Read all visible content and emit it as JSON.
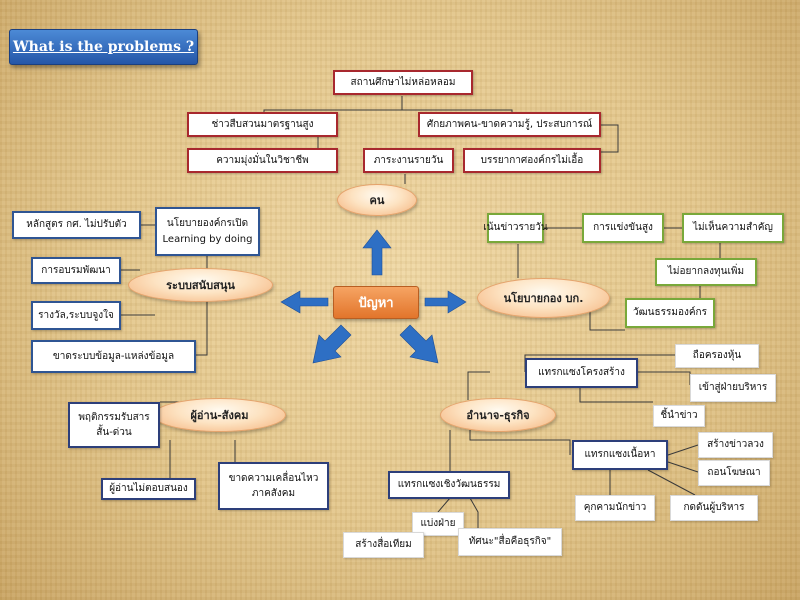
{
  "title": "What is the problems ?",
  "center": "ปัญหา",
  "ovals": {
    "people": "คน",
    "support_system": "ระบบสนับสนุน",
    "policy": "นโยบายกอง บก.",
    "readers_society": "ผู้อ่าน-สังคม",
    "power_business": "อำนาจ-ธุรกิจ"
  },
  "people_boxes": {
    "institution": "สถานศึกษาไม่หล่อหลอม",
    "low_standards": "ช่าวสืบสวนมาตรฐานสูง",
    "capability": "ศักยภาพคน-ขาดความรู้, ประสบการณ์",
    "commitment": "ความมุ่งมั่นในวิชาชีพ",
    "daily_duty": "ภาระงานรายวัน",
    "atmosphere": "บรรยากาศองค์กรไม่เอื้อ"
  },
  "support_boxes": {
    "curriculum": "หลักสูตร กศ. ไม่ปรับตัว",
    "open_policy_line1": "นโยบายองค์กรเปิด",
    "open_policy_line2": "Learning by doing",
    "training": "การอบรมพัฒนา",
    "rewards": "รางวัล,ระบบจูงใจ",
    "database": "ขาดระบบข้อมูล-แหล่งข้อมูล"
  },
  "policy_boxes": {
    "daily_news": "เน้นข่าวรายวัน",
    "competition": "การแข่งขันสูง",
    "not_important": "ไม่เห็นความสำคัญ",
    "no_investment": "ไม่อยากลงทุนเพิ่ม",
    "culture": "วัฒนธรรมองค์กร"
  },
  "reader_boxes": {
    "reading_behavior_line1": "พฤติกรรมรับสาร",
    "reading_behavior_line2": "สั้น-ด่วน",
    "no_response": "ผู้อ่านไม่ตอบสนอง",
    "no_movement_line1": "ขาดความเคลื่อนไหว",
    "no_movement_line2": "ภาคสังคม"
  },
  "power_boxes": {
    "structural": "แทรกแซงโครงสร้าง",
    "shareholding": "ถือครองหุ้น",
    "management": "เข้าสู่ฝ่ายบริหาร",
    "news_leader": "ชี้นำข่าว",
    "content": "แทรกแซงเนื้อหา",
    "create_news": "สร้างข่าวลวง",
    "withdraw_ads": "ถอนโฆษณา",
    "threaten": "คุกคามนักข่าว",
    "pressure_exec": "กดดันผู้บริหาร",
    "cultural": "แทรกแซงเชิงวัฒนธรรม",
    "divide": "แบ่งฝ่าย",
    "fake_media": "สร้างสื่อเทียม",
    "attitude": "ทัศนะ\"สื่อคือธุรกิจ\""
  },
  "colors": {
    "red_border": "#a8282e",
    "blue_border": "#2f5593",
    "green_border": "#79a83a",
    "connector": "#3a3a3a",
    "arrow": "#2e6fc4",
    "center_fill": "#e2752b",
    "title_fill": "#2456a8",
    "oval_fill": "#fde3c2"
  }
}
